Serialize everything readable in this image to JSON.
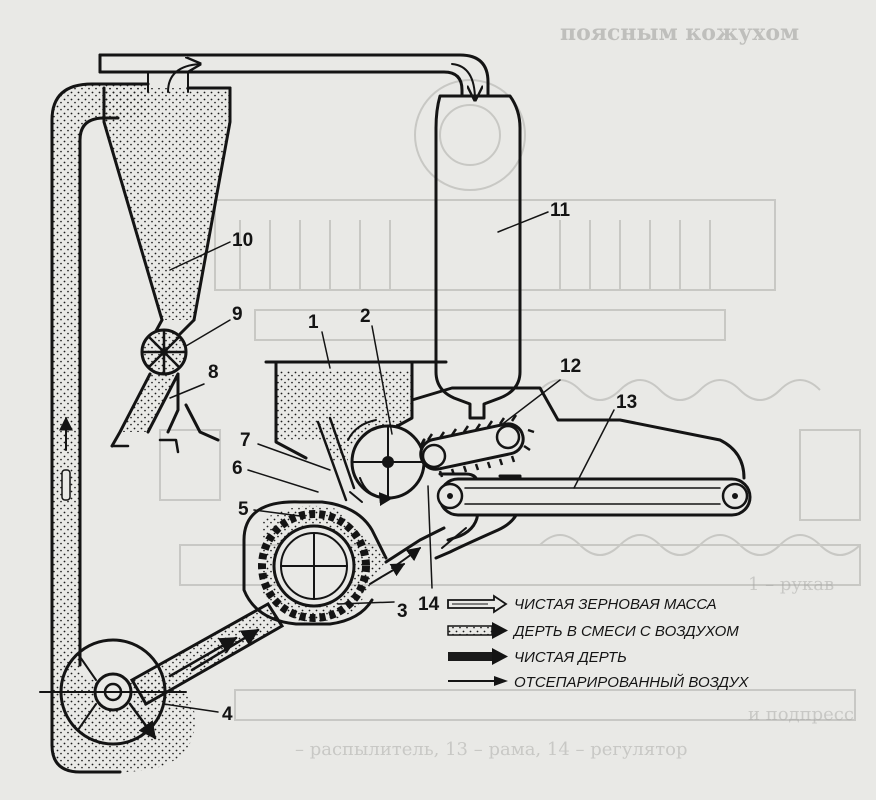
{
  "background_text": {
    "top_right": "поясным кожухом",
    "bottom_caption": "– распылитель, 13 – рама, 14 – регулятор",
    "fragment_1": "1 – рукав",
    "fragment_2": "и подпресс"
  },
  "callouts": {
    "c1": "1",
    "c2": "2",
    "c3": "3",
    "c4": "4",
    "c5": "5",
    "c6": "6",
    "c7": "7",
    "c8": "8",
    "c9": "9",
    "c10": "10",
    "c11": "11",
    "c12": "12",
    "c13": "13",
    "c14": "14"
  },
  "legend": [
    {
      "label": "ЧИСТАЯ ЗЕРНОВАЯ МАССА",
      "arrow": "hollow-arrow"
    },
    {
      "label": "ДЕРТЬ В СМЕСИ С ВОЗДУХОМ",
      "arrow": "dotted-arrow"
    },
    {
      "label": "ЧИСТАЯ ДЕРТЬ",
      "arrow": "solid-arrow"
    },
    {
      "label": "ОТСЕПАРИРОВАННЫЙ ВОЗДУХ",
      "arrow": "line-arrow"
    }
  ],
  "colors": {
    "ink": "#141414",
    "paper": "#e9e9e6",
    "ghost": "#9d9d9a"
  }
}
